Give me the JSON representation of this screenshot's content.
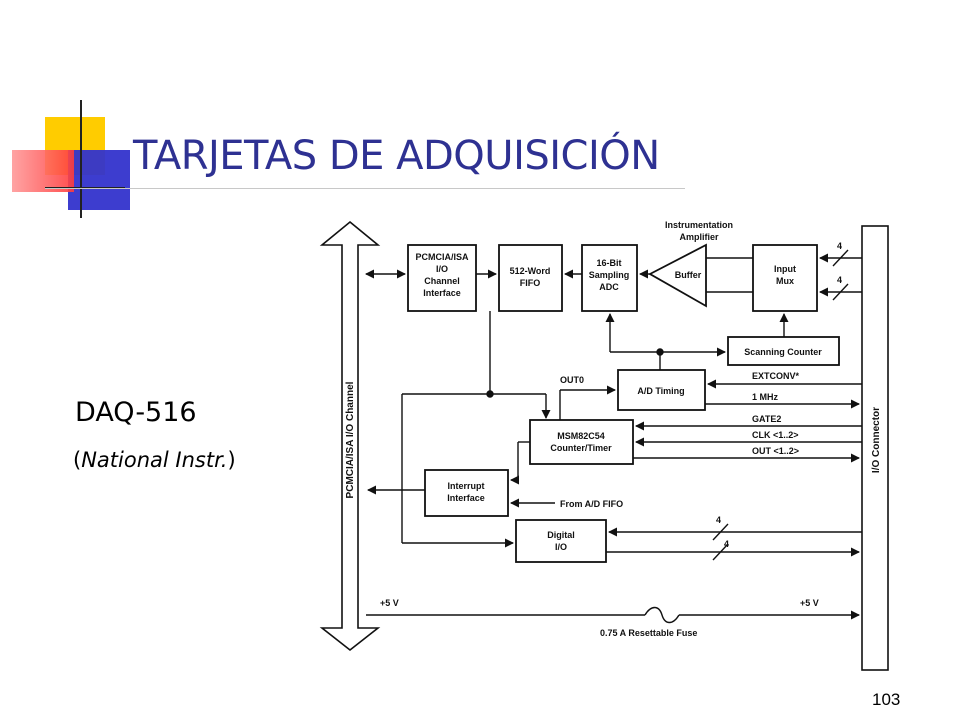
{
  "slide": {
    "title": "TARJETAS DE ADQUISICIÓN",
    "subtitle": "DAQ-516",
    "maker_open": "(",
    "maker_name": "National Instr.",
    "maker_close": ")",
    "page_number": "103"
  },
  "diagram": {
    "bus_label": "PCMCIA/ISA I/O Channel",
    "connector_label": "I/O Connector",
    "blocks": {
      "pcmcia": [
        "PCMCIA/ISA",
        "I/O",
        "Channel",
        "Interface"
      ],
      "fifo": [
        "512-Word",
        "FIFO"
      ],
      "adc": [
        "16-Bit",
        "Sampling",
        "ADC"
      ],
      "buffer": "Buffer",
      "amp_label": [
        "Instrumentation",
        "Amplifier"
      ],
      "mux": [
        "Input",
        "Mux"
      ],
      "scan": "Scanning Counter",
      "timing": "A/D Timing",
      "counter": [
        "MSM82C54",
        "Counter/Timer"
      ],
      "interrupt": [
        "Interrupt",
        "Interface"
      ],
      "digital": [
        "Digital",
        "I/O"
      ]
    },
    "signals": {
      "out0": "OUT0",
      "extconv": "EXTCONV*",
      "mhz": "1 MHz",
      "gate2": "GATE2",
      "clk": "CLK <1..2>",
      "out": "OUT <1..2>",
      "from_fifo": "From A/D FIFO",
      "plus5_left": "+5 V",
      "plus5_right": "+5 V",
      "fuse": "0.75 A Resettable Fuse",
      "bus_width_1": "4",
      "bus_width_2": "4",
      "dig_width_1": "4",
      "dig_width_2": "4"
    }
  }
}
